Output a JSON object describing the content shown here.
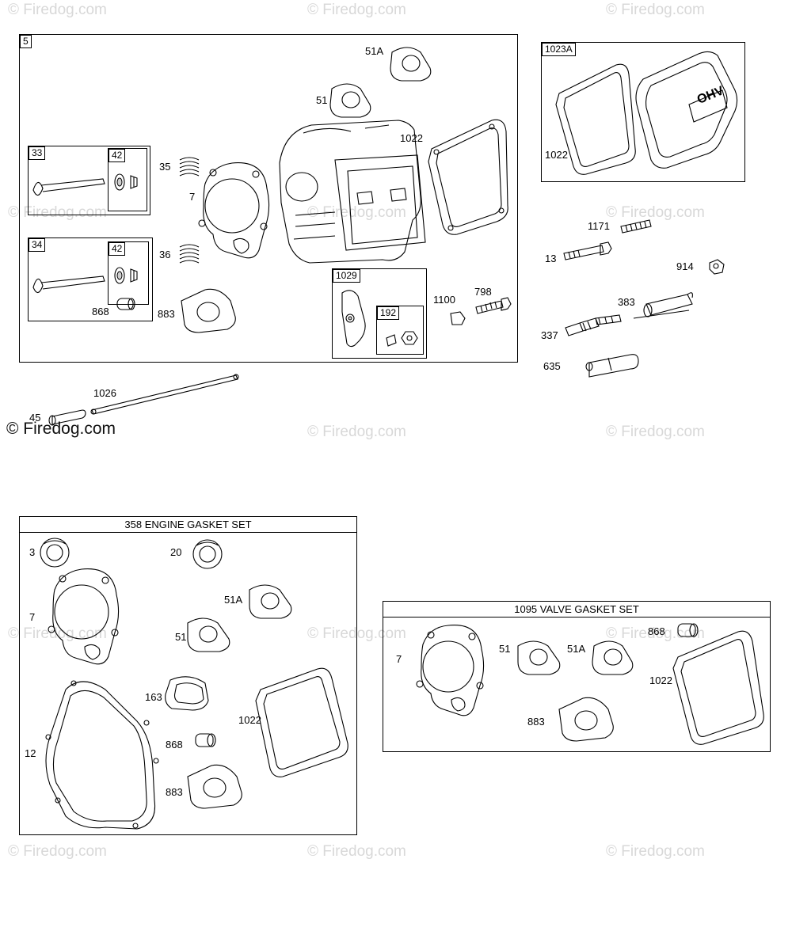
{
  "watermark": "© Firedog.com",
  "box_cylinder_head": {
    "tag": "5",
    "labels": {
      "p51a": "51A",
      "p51": "51",
      "p1022": "1022",
      "p35": "35",
      "p7": "7",
      "p36": "36",
      "p883": "883",
      "p868": "868",
      "p1100": "1100",
      "p798": "798"
    },
    "sub_exhaust_valve": {
      "tag": "33",
      "inner_tag": "42"
    },
    "sub_intake_valve": {
      "tag": "34",
      "inner_tag": "42"
    },
    "sub_rocker": {
      "tag": "1029",
      "inner_tag": "192"
    }
  },
  "box_valve_cover": {
    "tag": "1023A",
    "label_1022": "1022",
    "cover_text": "OHV"
  },
  "loose_parts": {
    "p1171": "1171",
    "p13": "13",
    "p914": "914",
    "p383": "383",
    "p337": "337",
    "p635": "635",
    "p1026": "1026",
    "p45": "45"
  },
  "engine_gasket_set": {
    "title": "358 ENGINE GASKET SET",
    "labels": {
      "p3": "3",
      "p20": "20",
      "p7": "7",
      "p51a": "51A",
      "p51": "51",
      "p163": "163",
      "p1022": "1022",
      "p12": "12",
      "p868": "868",
      "p883": "883"
    }
  },
  "valve_gasket_set": {
    "title": "1095 VALVE GASKET SET",
    "labels": {
      "p7": "7",
      "p51": "51",
      "p51a": "51A",
      "p868": "868",
      "p1022": "1022",
      "p883": "883"
    }
  }
}
